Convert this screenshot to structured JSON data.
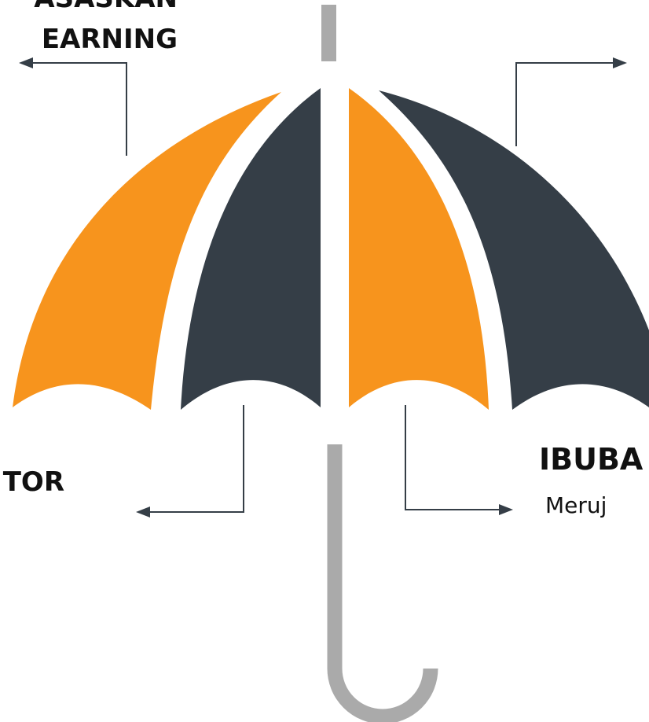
{
  "labels": {
    "top_left_line1": "ASASKAN",
    "top_left_line2": "EARNING",
    "bottom_left": "TOR",
    "right_title": "IBUBA",
    "right_desc": "Meruj"
  },
  "colors": {
    "orange": "#F7941D",
    "dark": "#353E47",
    "handle": "#AAAAAA",
    "connector": "#353E47"
  }
}
